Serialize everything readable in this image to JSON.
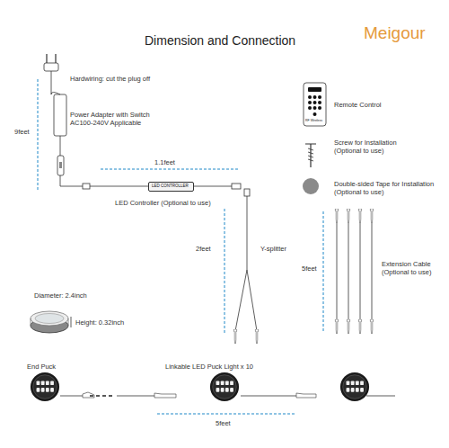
{
  "diagram": {
    "title": "Dimension and Connection",
    "nodes": [
      {
        "text": [
          "LED CONTROLLER"
        ]
      }
    ],
    "labels": [
      "Meigour",
      "Hardwiring: cut the plug off",
      "9feet",
      "Power Adapter with Switch AC100-240V Applicable",
      "1.1feet",
      "LED Controller (Optional to use)",
      "2feet",
      "Y-splitter",
      "Remote Control",
      "RF Wireless",
      "Screw for Installation (Optional to use)",
      "Double-sided Tape for Installation (Optional to use)",
      "5feet",
      "Extension Cable (Optional to use)",
      "Diameter: 2.4inch",
      "Height: 0.32inch",
      "End Puck",
      "Linkable LED Puck Light x 10",
      "5feet"
    ]
  }
}
